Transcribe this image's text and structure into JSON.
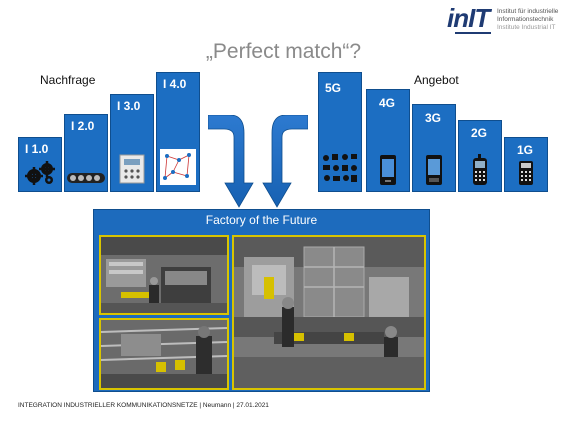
{
  "logo": {
    "mark": "inIT",
    "line1": "Institut für industrielle",
    "line2": "Informationstechnik",
    "line3": "Institute Industrial IT"
  },
  "title": "„Perfect match“?",
  "left_label": "Nachfrage",
  "right_label": "Angebot",
  "demand_bars": [
    {
      "label": "I 1.0",
      "icon": "gears-icon"
    },
    {
      "label": "I 2.0",
      "icon": "conveyor-icon"
    },
    {
      "label": "I 3.0",
      "icon": "controller-icon"
    },
    {
      "label": "I 4.0",
      "icon": "network-icon"
    }
  ],
  "supply_bars": [
    {
      "label": "5G",
      "icon": "iot-devices-icon"
    },
    {
      "label": "4G",
      "icon": "smartphone-icon"
    },
    {
      "label": "3G",
      "icon": "smartphone-icon"
    },
    {
      "label": "2G",
      "icon": "feature-phone-icon"
    },
    {
      "label": "1G",
      "icon": "brick-phone-icon"
    }
  ],
  "factory_title": "Factory of the Future",
  "footer": "INTEGRATION INDUSTRIELLER KOMMUNIKATIONSNETZE | Neumann | 27.01.2021",
  "colors": {
    "bar": "#1c6ec2",
    "panel": "#1d6bbd",
    "photo_border": "#d8c400",
    "title": "#8a8a8a"
  }
}
